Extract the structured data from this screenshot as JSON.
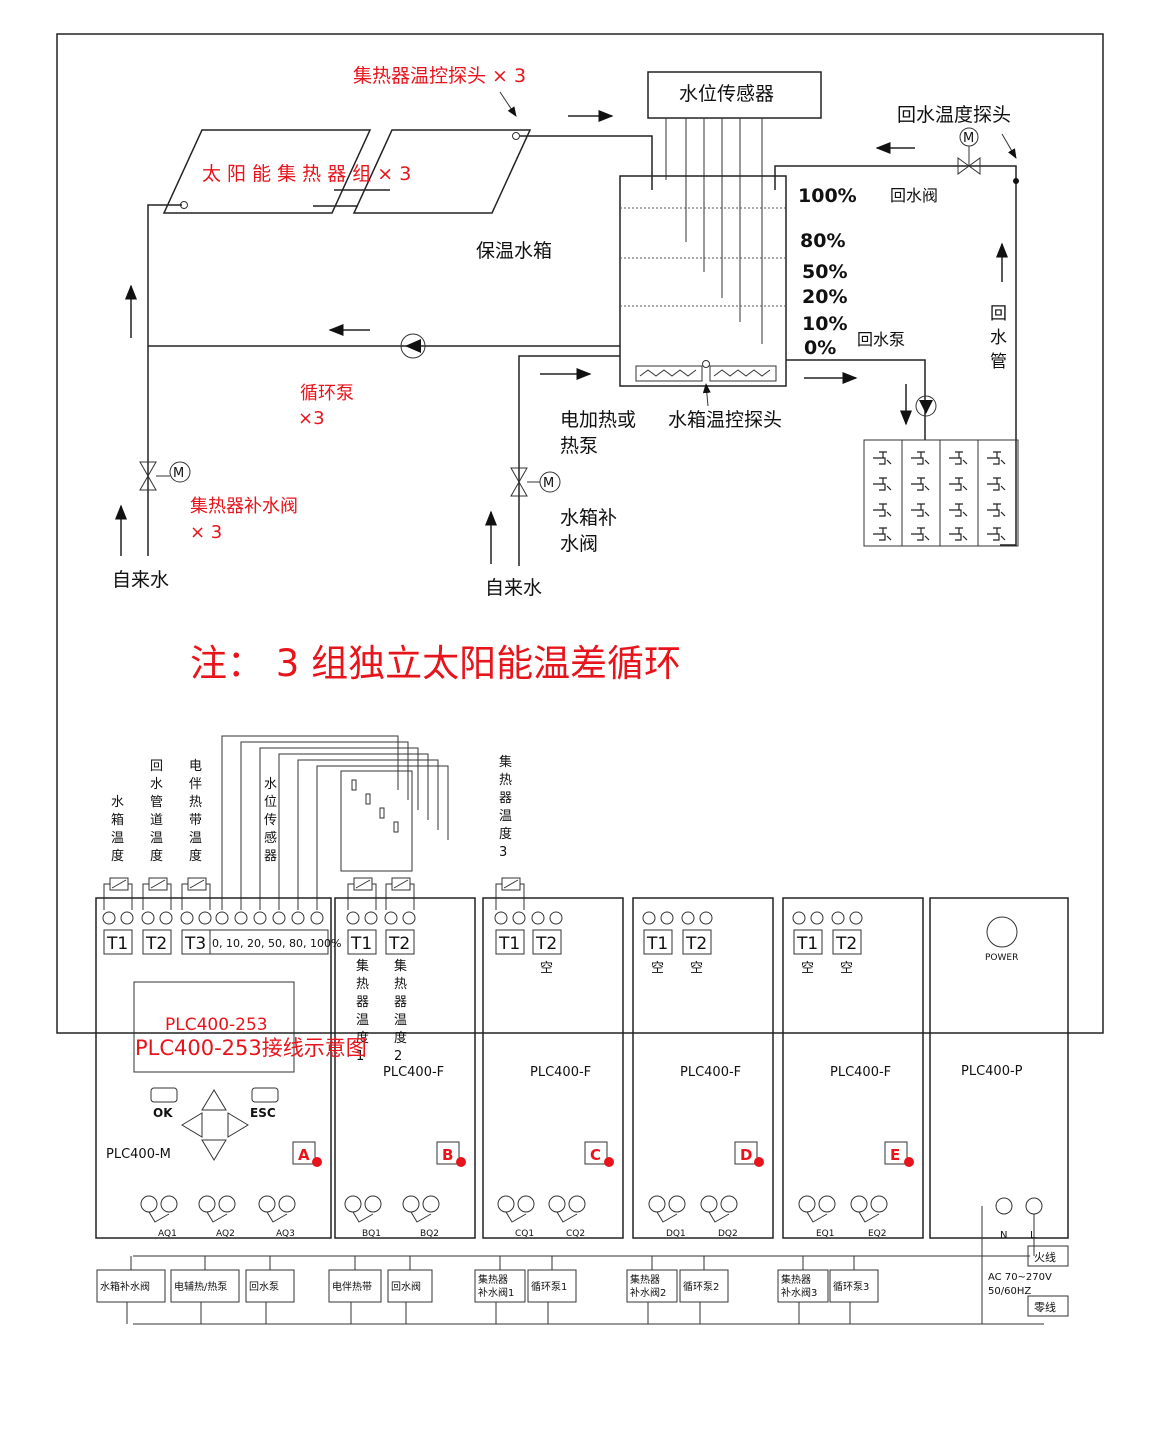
{
  "colors": {
    "accent_red": "#e8141c",
    "line": "#222222"
  },
  "system": {
    "collector_probe": "集热器温控探头 × 3",
    "collector_group": "太 阳 能 集 热 器 组 × 3",
    "level_sensor": "水位传感器",
    "return_temp_probe": "回水温度探头",
    "return_valve": "回水阀",
    "tank": "保温水箱",
    "levels": [
      "100%",
      "80%",
      "50%",
      "20%",
      "10%",
      "0%"
    ],
    "return_pump": "回水泵",
    "return_pipe": [
      "回",
      "水",
      "管"
    ],
    "circ_pump": [
      "循环泵",
      "×3"
    ],
    "electric_heat": [
      "电加热或",
      "热泵"
    ],
    "tank_temp_probe": "水箱温控探头",
    "collector_fill_valve": [
      "集热器补水阀",
      "× 3"
    ],
    "tank_fill_valve": [
      "水箱补",
      "水阀"
    ],
    "tap_water_left": "自来水",
    "tap_water_right": "自来水",
    "motor_letter": "M",
    "note": "注： 3 组独立太阳能温差循环"
  },
  "wiring": {
    "sensor_labels": {
      "tank_temp": [
        "水",
        "箱",
        "温",
        "度"
      ],
      "return_pipe_temp": [
        "回",
        "水",
        "管",
        "道",
        "温",
        "度"
      ],
      "heat_tape_temp": [
        "电",
        "伴",
        "热",
        "带",
        "温",
        "度"
      ],
      "level_sensor": [
        "水",
        "位",
        "传",
        "感",
        "器"
      ],
      "collector_temp3": [
        "集",
        "热",
        "器",
        "温",
        "度",
        "3"
      ]
    },
    "module_m": {
      "inputs": [
        "T1",
        "T2",
        "T3"
      ],
      "level_terminal": "0, 10, 20, 50, 80, 100%",
      "display": "PLC400-253",
      "ok": "OK",
      "esc": "ESC",
      "name": "PLC400-M",
      "letter": "A",
      "outputs": [
        "AQ1",
        "AQ2",
        "AQ3"
      ]
    },
    "module_b": {
      "inputs": [
        "T1",
        "T2"
      ],
      "input_notes": [
        [
          "集",
          "热",
          "器",
          "温",
          "度",
          "1"
        ],
        [
          "集",
          "热",
          "器",
          "温",
          "度",
          "2"
        ]
      ],
      "name": "PLC400-F",
      "letter": "B",
      "outputs": [
        "BQ1",
        "BQ2"
      ]
    },
    "module_c": {
      "inputs": [
        "T1",
        "T2"
      ],
      "input_notes": [
        "",
        "空"
      ],
      "name": "PLC400-F",
      "letter": "C",
      "outputs": [
        "CQ1",
        "CQ2"
      ]
    },
    "module_d": {
      "inputs": [
        "T1",
        "T2"
      ],
      "input_notes": [
        "空",
        "空"
      ],
      "name": "PLC400-F",
      "letter": "D",
      "outputs": [
        "DQ1",
        "DQ2"
      ]
    },
    "module_e": {
      "inputs": [
        "T1",
        "T2"
      ],
      "input_notes": [
        "空",
        "空"
      ],
      "name": "PLC400-F",
      "letter": "E",
      "outputs": [
        "EQ1",
        "EQ2"
      ]
    },
    "module_p": {
      "power": "POWER",
      "name": "PLC400-P",
      "terminals": [
        "N",
        "L"
      ]
    },
    "loads": [
      [
        "水箱补水阀"
      ],
      [
        "电辅热/热泵"
      ],
      [
        "回水泵"
      ],
      [
        "电伴热带"
      ],
      [
        "回水阀"
      ],
      [
        "集热器",
        "补水阀1"
      ],
      [
        "循环泵1"
      ],
      [
        "集热器",
        "补水阀2"
      ],
      [
        "循环泵2"
      ],
      [
        "集热器",
        "补水阀3"
      ],
      [
        "循环泵3"
      ]
    ],
    "live": "火线",
    "neutral": "零线",
    "supply": [
      "AC 70~270V",
      "50/60HZ"
    ],
    "caption": "PLC400-253接线示意图"
  }
}
